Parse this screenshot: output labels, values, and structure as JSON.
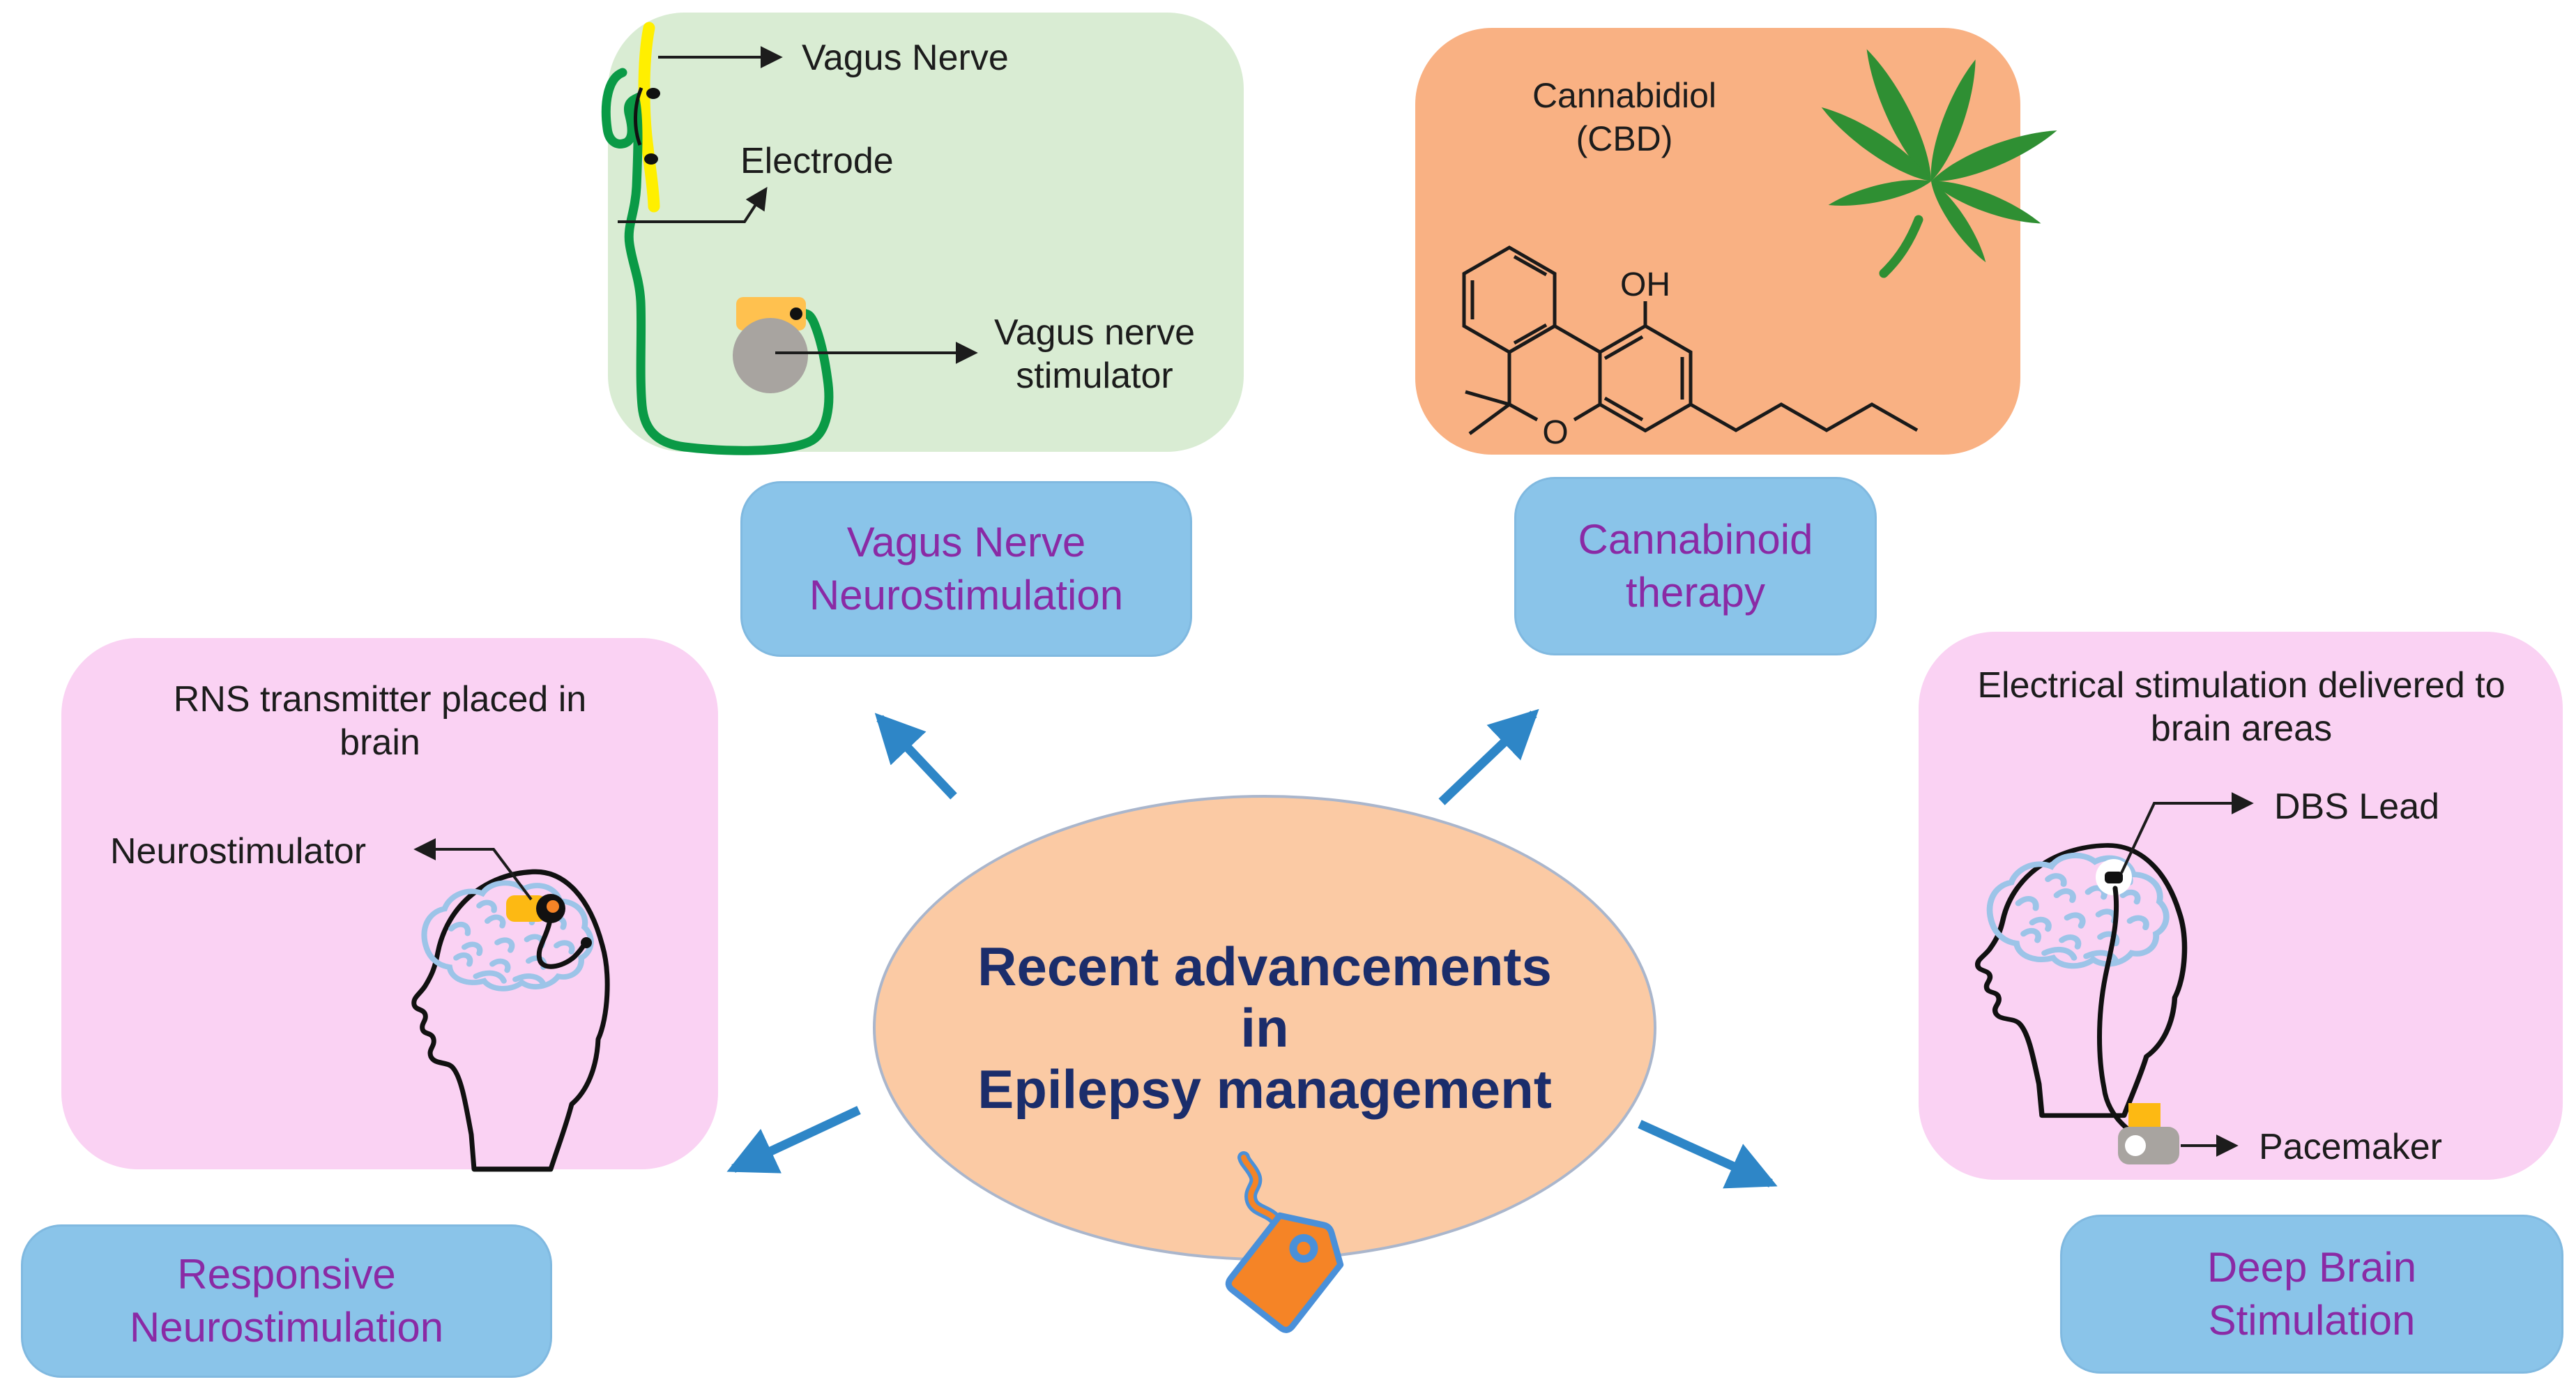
{
  "center": {
    "line1": "Recent advancements",
    "line2": "in",
    "line3": "Epilepsy management"
  },
  "category_boxes": {
    "vns": {
      "line1": "Vagus Nerve",
      "line2": "Neurostimulation"
    },
    "cannabinoid": {
      "line1": "Cannabinoid",
      "line2": "therapy"
    },
    "responsive": {
      "line1": "Responsive",
      "line2": "Neurostimulation"
    },
    "deep_brain": {
      "line1": "Deep Brain",
      "line2": "Stimulation"
    }
  },
  "panels": {
    "vagus": {
      "nerve_label": "Vagus Nerve",
      "electrode_label": "Electrode",
      "stimulator_line1": "Vagus nerve",
      "stimulator_line2": "stimulator"
    },
    "cannabinoid": {
      "title_line1": "Cannabidiol",
      "title_line2": "(CBD)",
      "oh_label": "OH",
      "o_label": "O"
    },
    "rns": {
      "title_line1": "RNS transmitter placed in",
      "title_line2": "brain",
      "neurostimulator_label": "Neurostimulator"
    },
    "dbs": {
      "title_line1": "Electrical stimulation delivered to",
      "title_line2": "brain areas",
      "lead_label": "DBS Lead",
      "pacemaker_label": "Pacemaker"
    }
  },
  "icons": {
    "cannabis_leaf": "cannabis-leaf-icon",
    "price_tag": "price-tag-icon",
    "head_profile": "head-profile-illustration"
  },
  "colors": {
    "panel_green": "#d9ecd3",
    "panel_orange": "#f9b183",
    "panel_pink": "#fad2f3",
    "category_box_blue": "#8ac4e9",
    "category_text_purple": "#8a2aa5",
    "ellipse_fill": "#fbcaa4",
    "ellipse_border": "#aab6cc",
    "center_text_navy": "#1b2d6b",
    "arrow_blue": "#2e86c7",
    "wire_green": "#0a9a46",
    "nerve_yellow": "#ffef00",
    "device_gray": "#a8a4a0",
    "device_orange": "#ffc14f",
    "brain_blue": "#9cc4e8",
    "leaf_green": "#2f8f33",
    "tag_orange": "#f58426",
    "tag_outline_blue": "#4a90d9"
  }
}
